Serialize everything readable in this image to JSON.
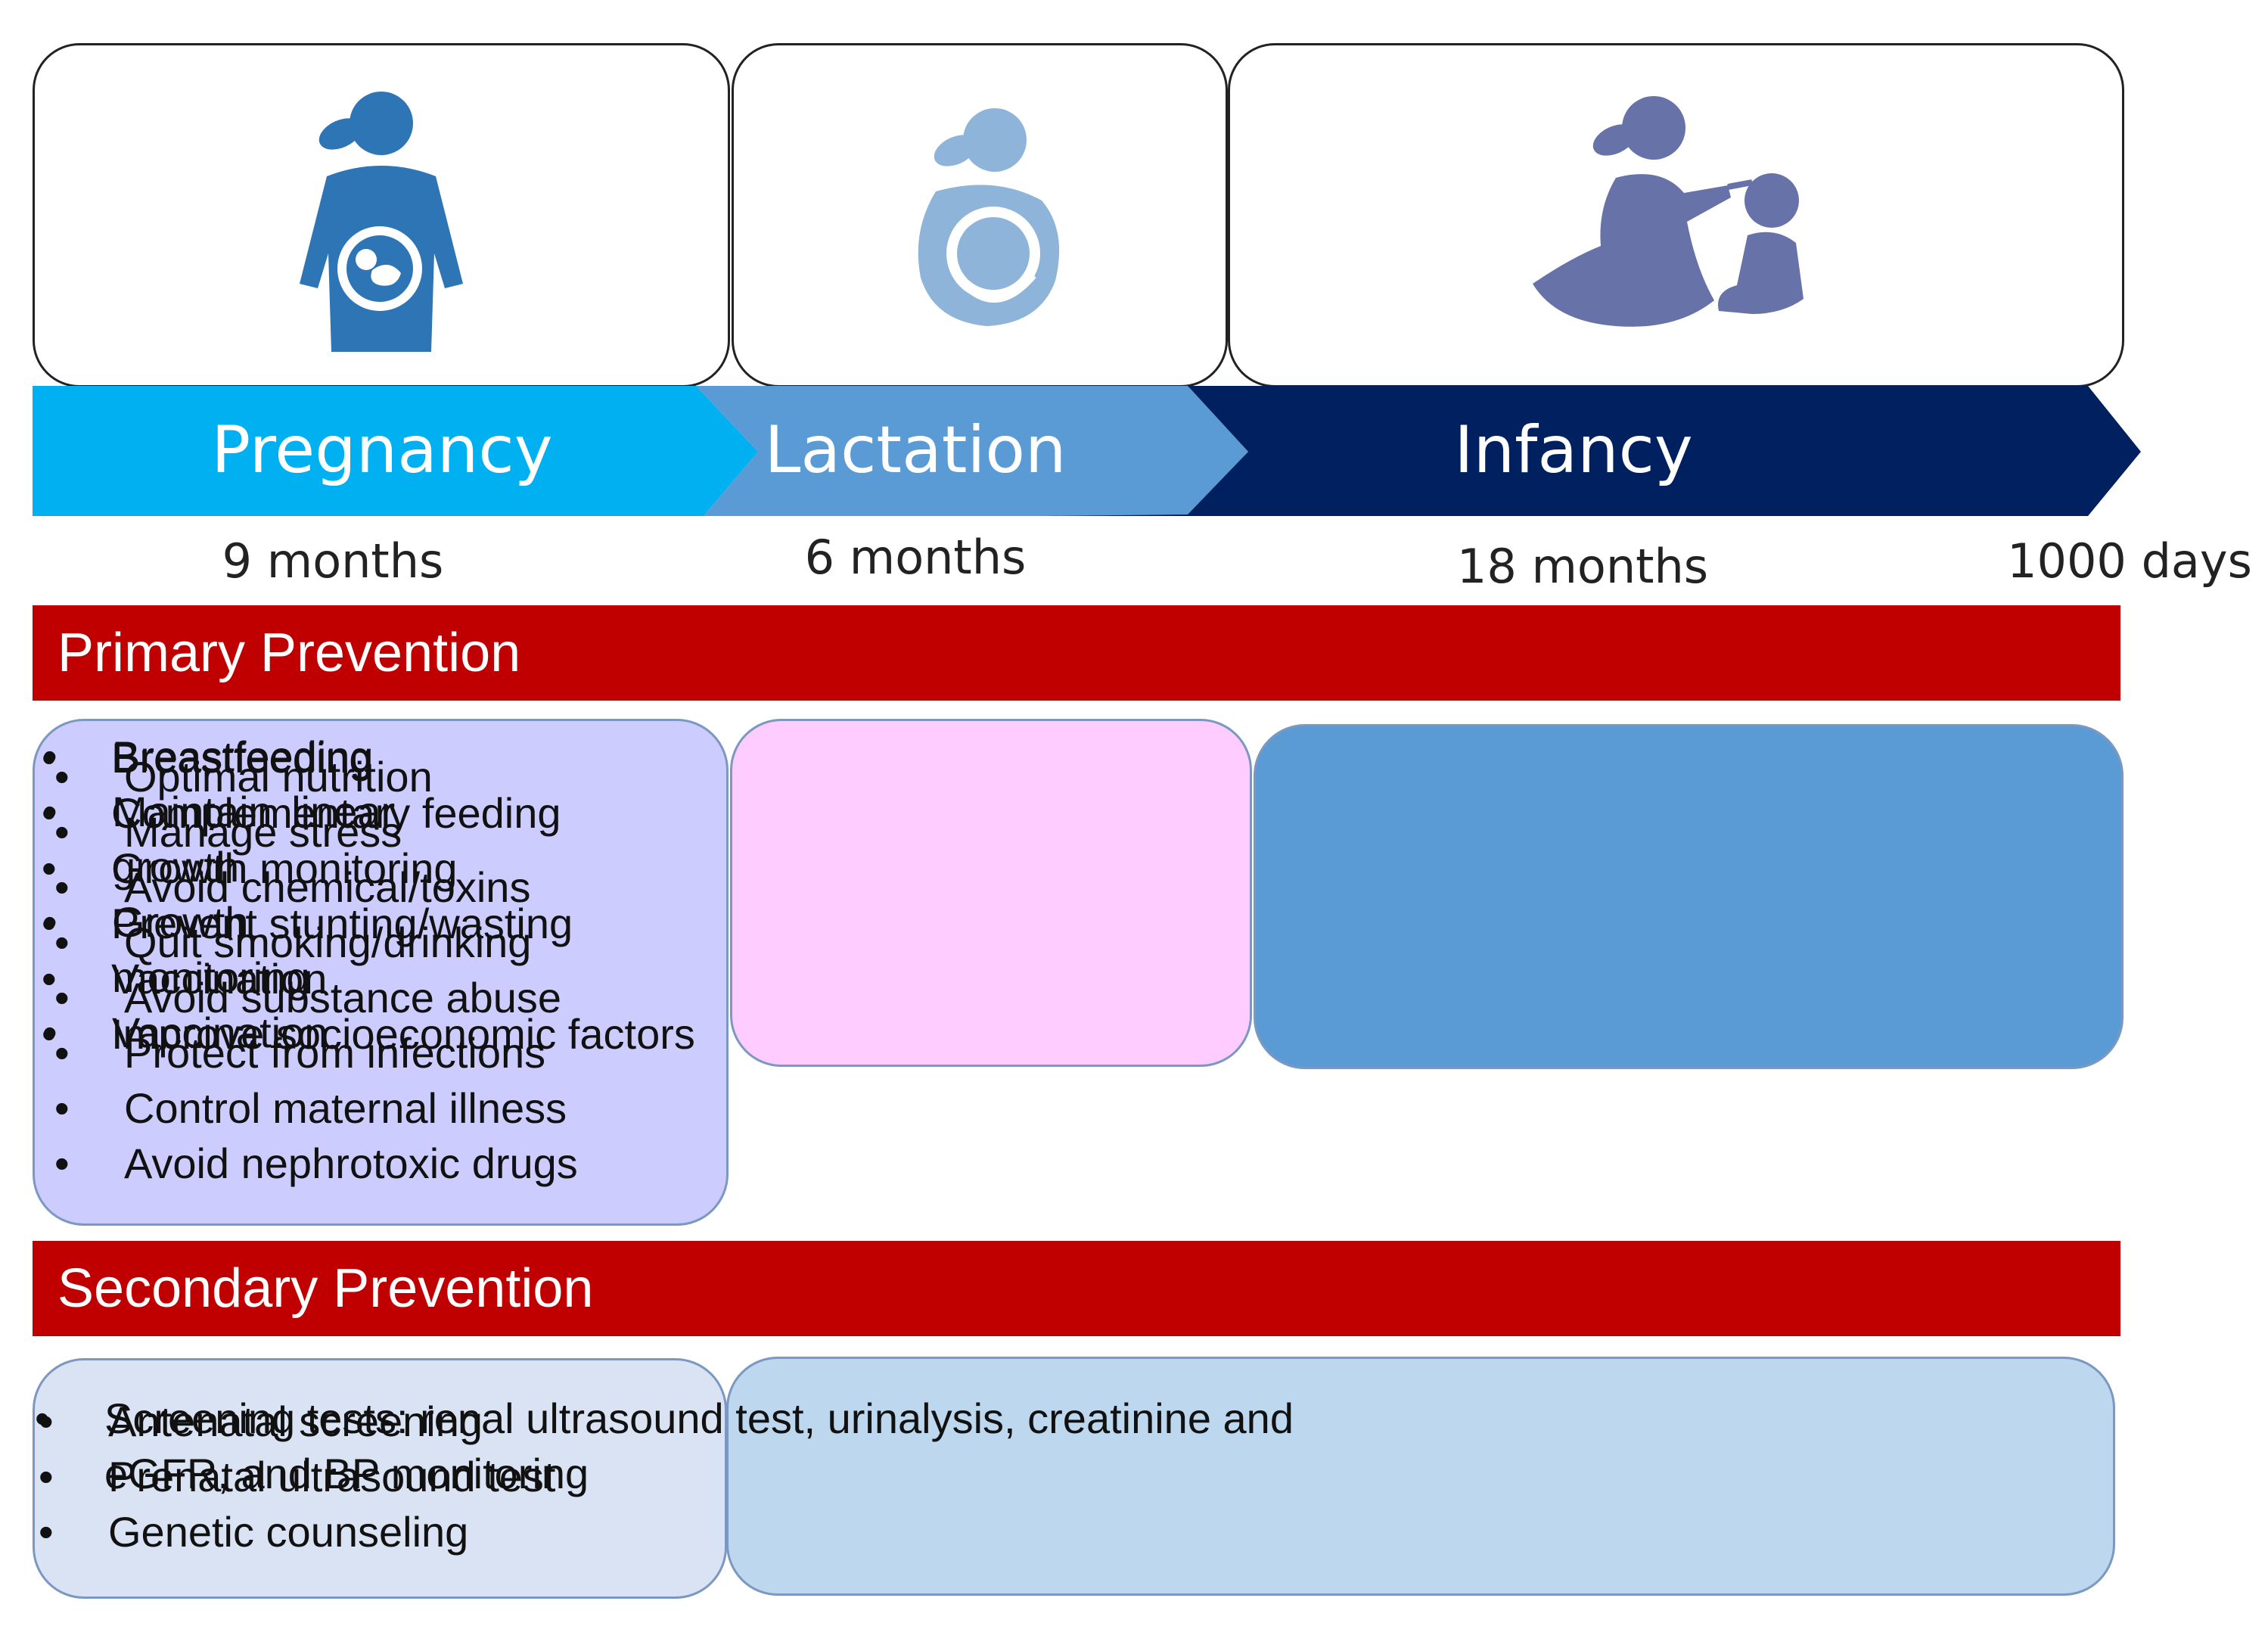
{
  "stages": [
    {
      "label": "Pregnancy",
      "duration": "9 months",
      "color": "#00b0f0",
      "icon": "pregnant-woman-icon"
    },
    {
      "label": "Lactation",
      "duration": "6 months",
      "color": "#5b9bd5",
      "icon": "breastfeeding-icon"
    },
    {
      "label": "Infancy",
      "duration": "18 months",
      "color": "#002060",
      "icon": "mother-feeding-child-icon"
    }
  ],
  "end_label": "1000 days",
  "primary": {
    "title": "Primary Prevention",
    "pregnancy": [
      "Optimal nutrition",
      "Manage stress",
      "Avoid chemical/toxins",
      "Quit smoking/drinking",
      "Avoid substance abuse",
      "Protect from infections",
      "Control maternal illness",
      "Avoid nephrotoxic drugs"
    ],
    "lactation": [
      "Breastfeeding",
      "Maintain linear growth",
      "Growth monitoring",
      "Vaccination"
    ],
    "infancy": [
      "Breastfeeding",
      "Complementary feeding",
      "Growth monitoring",
      "Prevent stunting/wasting",
      "Vaccination",
      "Improve socioeconomic factors"
    ]
  },
  "secondary": {
    "title": "Secondary Prevention",
    "pregnancy": [
      "Antenatal screening",
      "Prenatal ultrasound test",
      "Genetic counseling"
    ],
    "postnatal": [
      "Screening tests: renal ultrasound test, urinalysis, creatinine and eGFR, and BP monitoring"
    ]
  },
  "colors": {
    "band": "#c00000",
    "primary_pregnancy": "#ccccff",
    "primary_lactation": "#ffccff",
    "primary_infancy": "#5b9bd5",
    "secondary_pregnancy": "#dae3f3",
    "secondary_postnatal": "#bdd7ee"
  }
}
